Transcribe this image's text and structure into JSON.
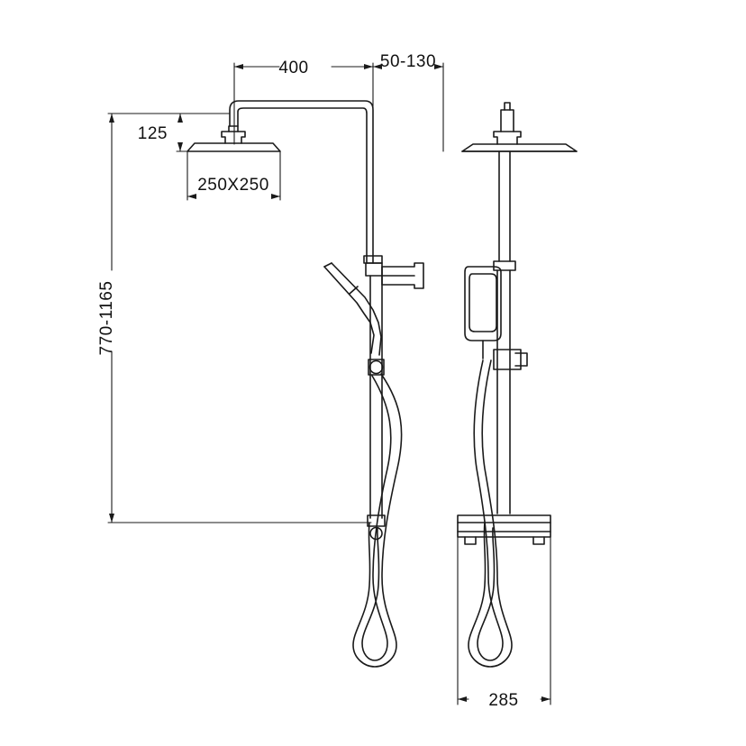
{
  "drawing": {
    "title": "shower-column-technical-drawing",
    "background_color": "#ffffff",
    "line_color": "#1a1a1a",
    "dimensions": {
      "arm_length": "400",
      "arm_offset_range": "50-130",
      "head_height": "125",
      "head_size": "250X250",
      "total_height_range": "770-1165",
      "depth": "285"
    },
    "labels": [
      {
        "id": "dim-400",
        "text": "400"
      },
      {
        "id": "dim-50-130",
        "text": "50-130"
      },
      {
        "id": "dim-125",
        "text": "125"
      },
      {
        "id": "dim-250x250",
        "text": "250X250"
      },
      {
        "id": "dim-770-1165",
        "text": "770-1165"
      },
      {
        "id": "dim-285",
        "text": "285"
      }
    ],
    "views": [
      {
        "id": "front-view",
        "name": "front elevation of shower column"
      },
      {
        "id": "side-view",
        "name": "side elevation of shower column"
      }
    ]
  }
}
